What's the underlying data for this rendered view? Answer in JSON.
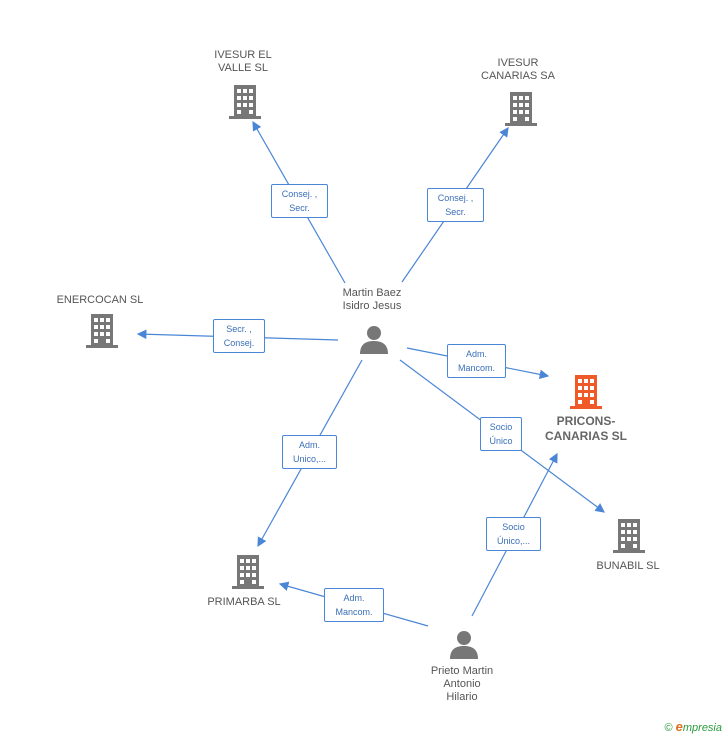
{
  "nodes": {
    "ivesur_valle": {
      "label": "IVESUR EL\nVALLE  SL",
      "type": "company"
    },
    "ivesur_canarias": {
      "label": "IVESUR\nCANARIAS SA",
      "type": "company"
    },
    "enercocan": {
      "label": "ENERCOCAN SL",
      "type": "company"
    },
    "martin_baez": {
      "label": "Martin Baez\nIsidro Jesus",
      "type": "person"
    },
    "pricons": {
      "label": "PRICONS-\nCANARIAS SL",
      "type": "company-focus"
    },
    "bunabil": {
      "label": "BUNABIL SL",
      "type": "company"
    },
    "primarba": {
      "label": "PRIMARBA SL",
      "type": "company"
    },
    "prieto": {
      "label": "Prieto Martin\nAntonio\nHilario",
      "type": "person"
    }
  },
  "relations": [
    {
      "id": "r1",
      "label": "Consej. ,\nSecr.",
      "from": "martin_baez",
      "to": "ivesur_valle"
    },
    {
      "id": "r2",
      "label": "Consej. ,\nSecr.",
      "from": "martin_baez",
      "to": "ivesur_canarias"
    },
    {
      "id": "r3",
      "label": "Secr. ,\nConsej.",
      "from": "martin_baez",
      "to": "enercocan"
    },
    {
      "id": "r4",
      "label": "Adm.\nMancom.",
      "from": "martin_baez",
      "to": "pricons"
    },
    {
      "id": "r5",
      "label": "Socio\nÚnico",
      "from": "martin_baez",
      "to": "bunabil"
    },
    {
      "id": "r6",
      "label": "Adm.\nUnico,...",
      "from": "martin_baez",
      "to": "primarba"
    },
    {
      "id": "r7",
      "label": "Socio\nÚnico,...",
      "from": "prieto",
      "to": "pricons"
    },
    {
      "id": "r8",
      "label": "Adm.\nMancom.",
      "from": "prieto",
      "to": "primarba"
    }
  ],
  "colors": {
    "edge": "#4a86d6",
    "company": "#777777",
    "focus": "#f05a28",
    "person": "#777777"
  },
  "footer": {
    "copyright": "©",
    "brand_e": "e",
    "brand_rest": "mpresia"
  }
}
